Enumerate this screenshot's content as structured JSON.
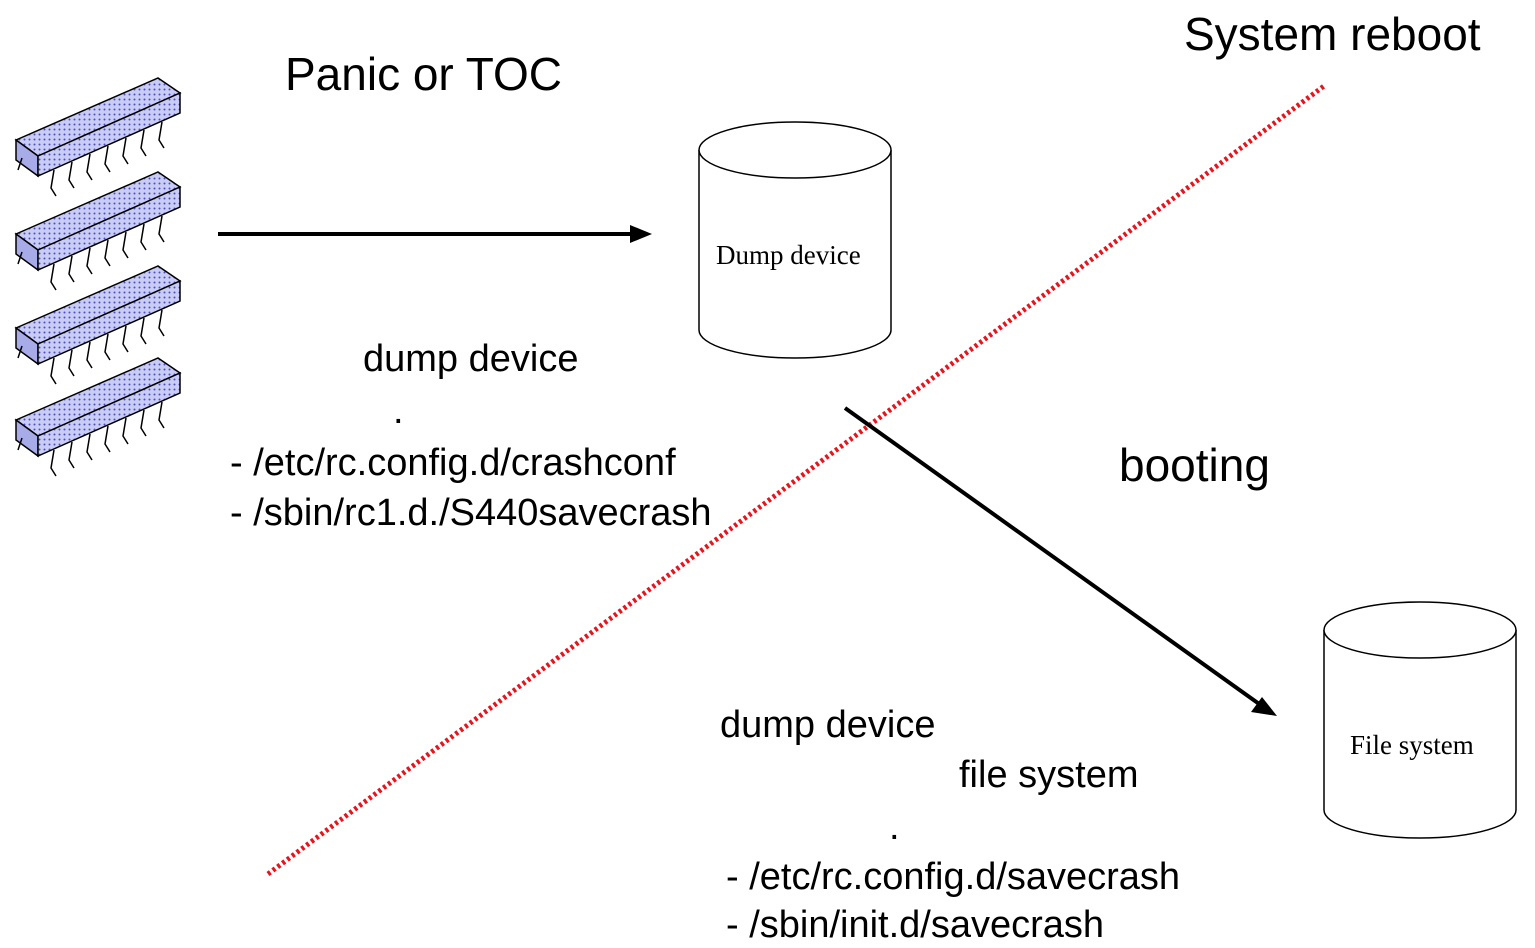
{
  "labels": {
    "panic": "Panic or TOC",
    "reboot": "System reboot",
    "booting": "booting",
    "dump_device_cylinder": "Dump device",
    "file_system_cylinder": "File system"
  },
  "left_block": {
    "heading": "dump device",
    "dot": ".",
    "lines": [
      "- /etc/rc.config.d/crashconf",
      "- /sbin/rc1.d./S440savecrash"
    ]
  },
  "right_block": {
    "heading": "dump device",
    "subheading": "file system",
    "dot": ".",
    "lines": [
      "- /etc/rc.config.d/savecrash",
      "- /sbin/init.d/savecrash"
    ]
  },
  "colors": {
    "divider": "#e8141c",
    "chip_fill": "#b8bcf0",
    "line": "#000000"
  },
  "icons": [
    "memory-chip-icon",
    "cylinder-icon"
  ]
}
